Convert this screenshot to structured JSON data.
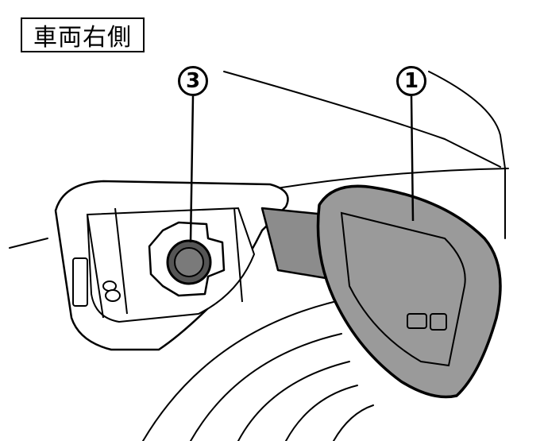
{
  "side_label": "車両右側",
  "callouts": [
    {
      "id": "1",
      "text": "1"
    },
    {
      "id": "3",
      "text": "3"
    }
  ],
  "colors": {
    "line": "#000000",
    "door_fill": "#9a9a9a",
    "arm_fill": "#8c8c8c",
    "cap_fill": "#7a7a7a",
    "background": "#ffffff"
  }
}
